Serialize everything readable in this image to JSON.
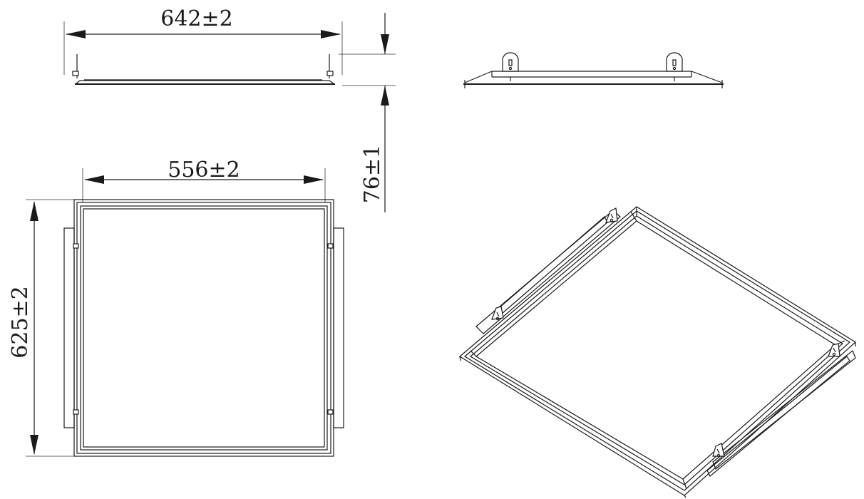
{
  "dimensions": {
    "overall_width": "642±2",
    "overall_height": "76±1",
    "inner_width": "556±2",
    "overall_length": "625±2"
  },
  "colors": {
    "line": "#1a1a1a",
    "background": "#ffffff"
  }
}
